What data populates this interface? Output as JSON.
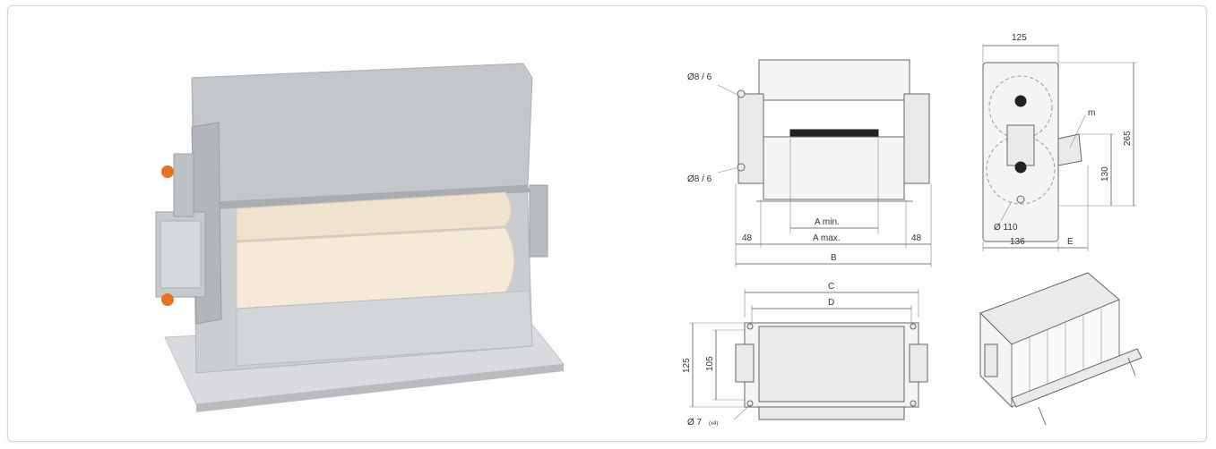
{
  "front_view": {
    "label_tube_top": "Ø8 / 6",
    "label_tube_bottom": "Ø8 / 6",
    "label_a_min": "A  min.",
    "label_a_max": "A  max.",
    "label_48_left": "48",
    "label_48_right": "48",
    "label_b": "B"
  },
  "side_view": {
    "label_125": "125",
    "label_265": "265",
    "label_130": "130",
    "label_m": "m",
    "label_d110": "Ø 110",
    "label_136": "136",
    "label_e": "E"
  },
  "top_view": {
    "label_c": "C",
    "label_d": "D",
    "label_125": "125",
    "label_105": "105",
    "label_d7": "Ø 7",
    "label_d7_note": "(x4)"
  }
}
